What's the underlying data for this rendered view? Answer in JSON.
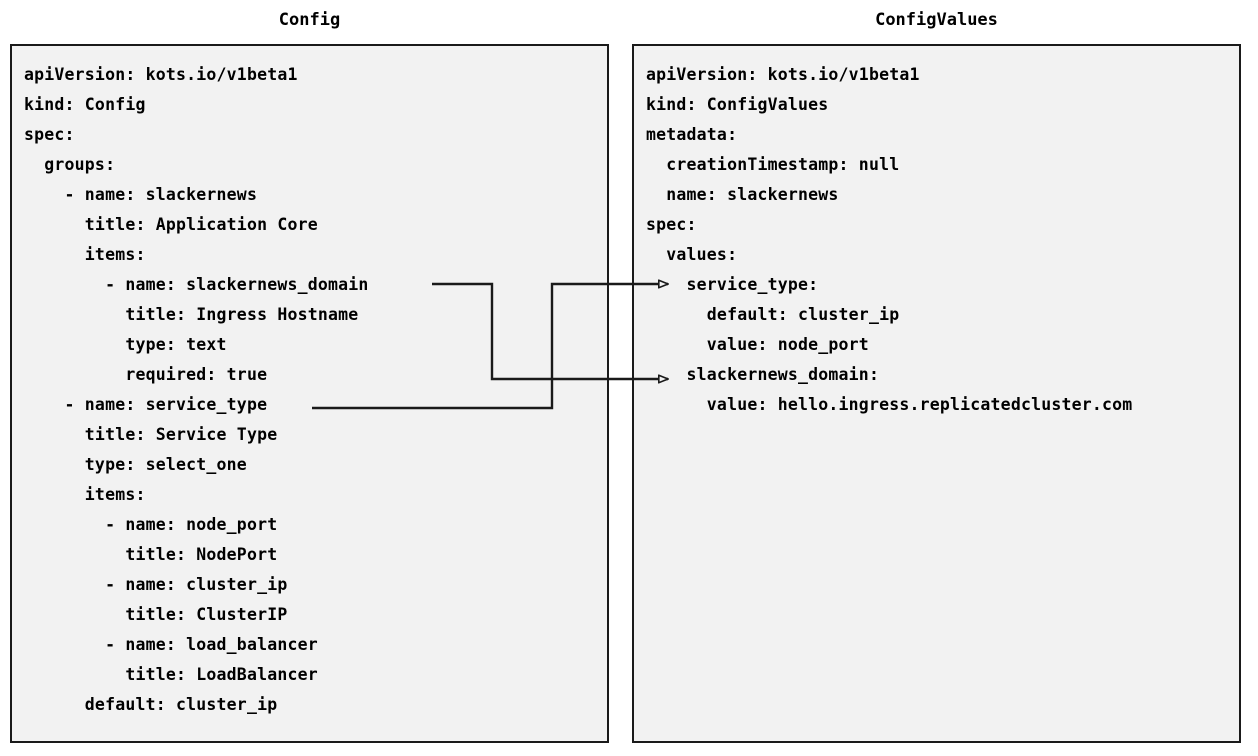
{
  "diagram": {
    "background": "#ffffff",
    "panel_background": "#f2f2f2",
    "panel_border_color": "#1a1a1a",
    "connector_color": "#1a1a1a"
  },
  "left_panel": {
    "title": "Config",
    "lines": [
      "apiVersion: kots.io/v1beta1",
      "kind: Config",
      "spec:",
      "  groups:",
      "    - name: slackernews",
      "      title: Application Core",
      "      items:",
      "        - name: slackernews_domain",
      "          title: Ingress Hostname",
      "          type: text",
      "          required: true",
      "    - name: service_type",
      "      title: Service Type",
      "      type: select_one",
      "      items:",
      "        - name: node_port",
      "          title: NodePort",
      "        - name: cluster_ip",
      "          title: ClusterIP",
      "        - name: load_balancer",
      "          title: LoadBalancer",
      "      default: cluster_ip"
    ]
  },
  "right_panel": {
    "title": "ConfigValues",
    "lines": [
      "apiVersion: kots.io/v1beta1",
      "kind: ConfigValues",
      "metadata:",
      "  creationTimestamp: null",
      "  name: slackernews",
      "spec:",
      "  values:",
      "    service_type:",
      "      default: cluster_ip",
      "      value: node_port",
      "    slackernews_domain:",
      "      value: hello.ingress.replicatedcluster.com"
    ]
  },
  "connectors": [
    {
      "name": "slackernews-domain-connector",
      "from_label": "slackernews_domain",
      "to_label": "slackernews_domain:",
      "from_line_index": 7,
      "to_line_index": 10
    },
    {
      "name": "service-type-connector",
      "from_label": "service_type",
      "to_label": "service_type:",
      "from_line_index": 11,
      "to_line_index": 7
    }
  ]
}
